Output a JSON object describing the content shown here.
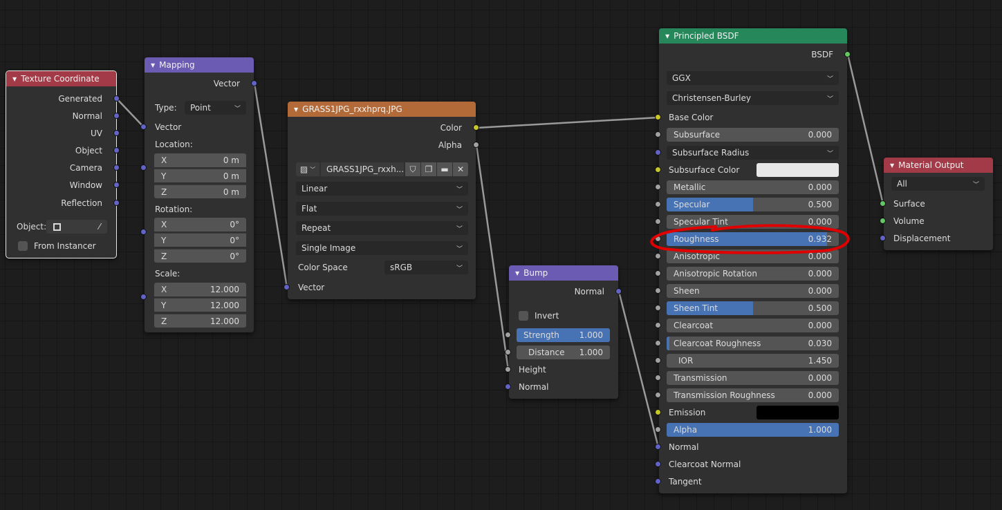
{
  "colors": {
    "vector_socket": "#6363c7",
    "color_socket": "#c7c729",
    "float_socket": "#a1a1a1",
    "shader_socket": "#63c763",
    "slider_fill": "#4772b3",
    "annotation": "#e00000"
  },
  "tex_coord": {
    "title": "Texture Coordinate",
    "outputs": [
      "Generated",
      "Normal",
      "UV",
      "Object",
      "Camera",
      "Window",
      "Reflection"
    ],
    "object_label": "Object:",
    "from_instancer": "From Instancer"
  },
  "mapping": {
    "title": "Mapping",
    "out_vector": "Vector",
    "type_label": "Type:",
    "type_value": "Point",
    "in_vector": "Vector",
    "location_label": "Location:",
    "location": [
      {
        "axis": "X",
        "value": "0 m"
      },
      {
        "axis": "Y",
        "value": "0 m"
      },
      {
        "axis": "Z",
        "value": "0 m"
      }
    ],
    "rotation_label": "Rotation:",
    "rotation": [
      {
        "axis": "X",
        "value": "0°"
      },
      {
        "axis": "Y",
        "value": "0°"
      },
      {
        "axis": "Z",
        "value": "0°"
      }
    ],
    "scale_label": "Scale:",
    "scale": [
      {
        "axis": "X",
        "value": "12.000"
      },
      {
        "axis": "Y",
        "value": "12.000"
      },
      {
        "axis": "Z",
        "value": "12.000"
      }
    ]
  },
  "image_tex": {
    "title": "GRASS1JPG_rxxhprq.JPG",
    "out_color": "Color",
    "out_alpha": "Alpha",
    "image_name": "GRASS1JPG_rxxh...",
    "interpolation": "Linear",
    "projection": "Flat",
    "extension": "Repeat",
    "source": "Single Image",
    "color_space_label": "Color Space",
    "color_space": "sRGB",
    "in_vector": "Vector"
  },
  "bump": {
    "title": "Bump",
    "out_normal": "Normal",
    "invert": "Invert",
    "strength_label": "Strength",
    "strength": "1.000",
    "distance_label": "Distance",
    "distance": "1.000",
    "in_height": "Height",
    "in_normal": "Normal"
  },
  "bsdf": {
    "title": "Principled BSDF",
    "out_bsdf": "BSDF",
    "distribution": "GGX",
    "subsurface_method": "Christensen-Burley",
    "base_color": "Base Color",
    "subsurface_radius": "Subsurface Radius",
    "subsurface_color": "Subsurface Color",
    "subsurface_color_value": "#e8e8e8",
    "emission": "Emission",
    "emission_color_value": "#000000",
    "params": {
      "subsurface": {
        "label": "Subsurface",
        "value": "0.000",
        "fraction": 0
      },
      "metallic": {
        "label": "Metallic",
        "value": "0.000",
        "fraction": 0
      },
      "specular": {
        "label": "Specular",
        "value": "0.500",
        "fraction": 0.5
      },
      "specular_tint": {
        "label": "Specular Tint",
        "value": "0.000",
        "fraction": 0
      },
      "roughness": {
        "label": "Roughness",
        "value": "0.932",
        "fraction": 0.932
      },
      "anisotropic": {
        "label": "Anisotropic",
        "value": "0.000",
        "fraction": 0
      },
      "anisotropic_rotation": {
        "label": "Anisotropic Rotation",
        "value": "0.000",
        "fraction": 0
      },
      "sheen": {
        "label": "Sheen",
        "value": "0.000",
        "fraction": 0
      },
      "sheen_tint": {
        "label": "Sheen Tint",
        "value": "0.500",
        "fraction": 0.5
      },
      "clearcoat": {
        "label": "Clearcoat",
        "value": "0.000",
        "fraction": 0
      },
      "clearcoat_roughness": {
        "label": "Clearcoat Roughness",
        "value": "0.030",
        "fraction": 0.03
      },
      "ior": {
        "label": "IOR",
        "value": "1.450",
        "fraction": 0
      },
      "transmission": {
        "label": "Transmission",
        "value": "0.000",
        "fraction": 0
      },
      "transmission_roughness": {
        "label": "Transmission Roughness",
        "value": "0.000",
        "fraction": 0
      },
      "alpha": {
        "label": "Alpha",
        "value": "1.000",
        "fraction": 1
      }
    },
    "in_normal": "Normal",
    "in_clearcoat_normal": "Clearcoat Normal",
    "in_tangent": "Tangent"
  },
  "output": {
    "title": "Material Output",
    "target": "All",
    "in_surface": "Surface",
    "in_volume": "Volume",
    "in_displacement": "Displacement"
  }
}
